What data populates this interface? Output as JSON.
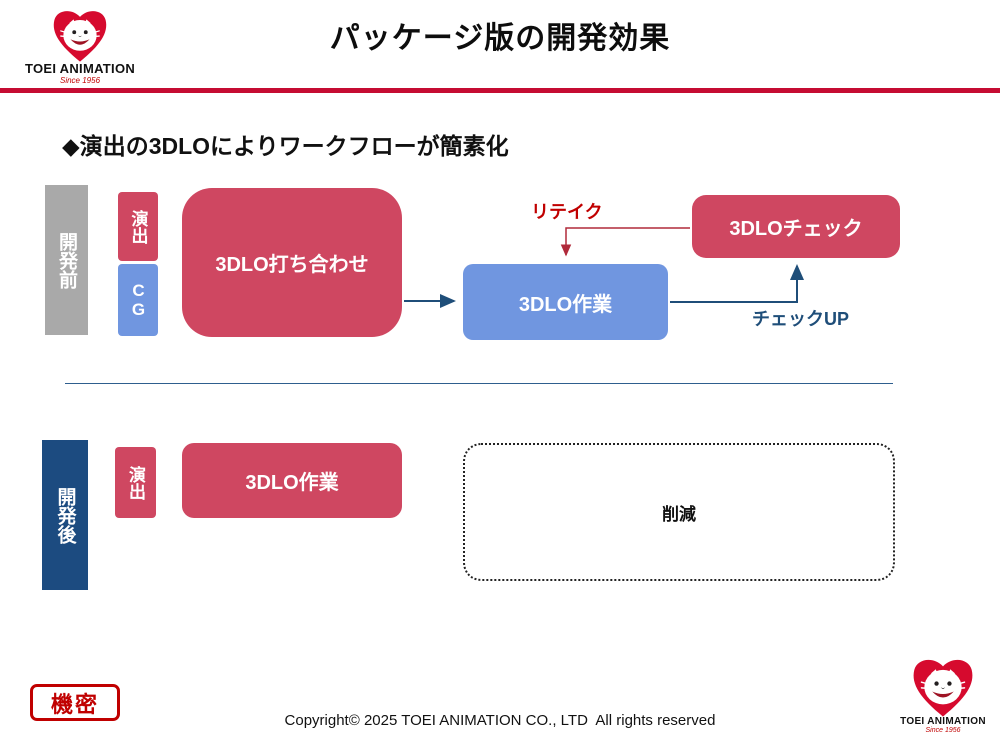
{
  "slide": {
    "title": "パッケージ版の開発効果",
    "heading": "◆演出の3DLOによりワークフローが簡素化"
  },
  "logo": {
    "name": "TOEI ANIMATION",
    "since": "Since 1956"
  },
  "before": {
    "phase_label": "開発前",
    "role_direction": "演出",
    "role_cg": "CG",
    "node_meeting": "3DLO打ち合わせ",
    "node_work": "3DLO作業",
    "node_check": "3DLOチェック",
    "label_retake": "リテイク",
    "label_checkup": "チェックUP"
  },
  "after": {
    "phase_label": "開発後",
    "role_direction": "演出",
    "node_work": "3DLO作業",
    "node_reduced": "削減"
  },
  "footer": {
    "confidential": "機密",
    "copyright": "Copyright© 2025 TOEI ANIMATION CO., LTD  All rights reserved"
  },
  "colors": {
    "crimson_box": "#cf4761",
    "blue_box": "#7096e0",
    "gray_bar": "#a9a9a9",
    "navy_bar": "#1c4b80",
    "arrow_navy": "#1f4e79",
    "arrow_red": "#b02a3a",
    "label_red": "#c00000",
    "header_rule": "#c50c32",
    "logo_red": "#d60a2e"
  }
}
